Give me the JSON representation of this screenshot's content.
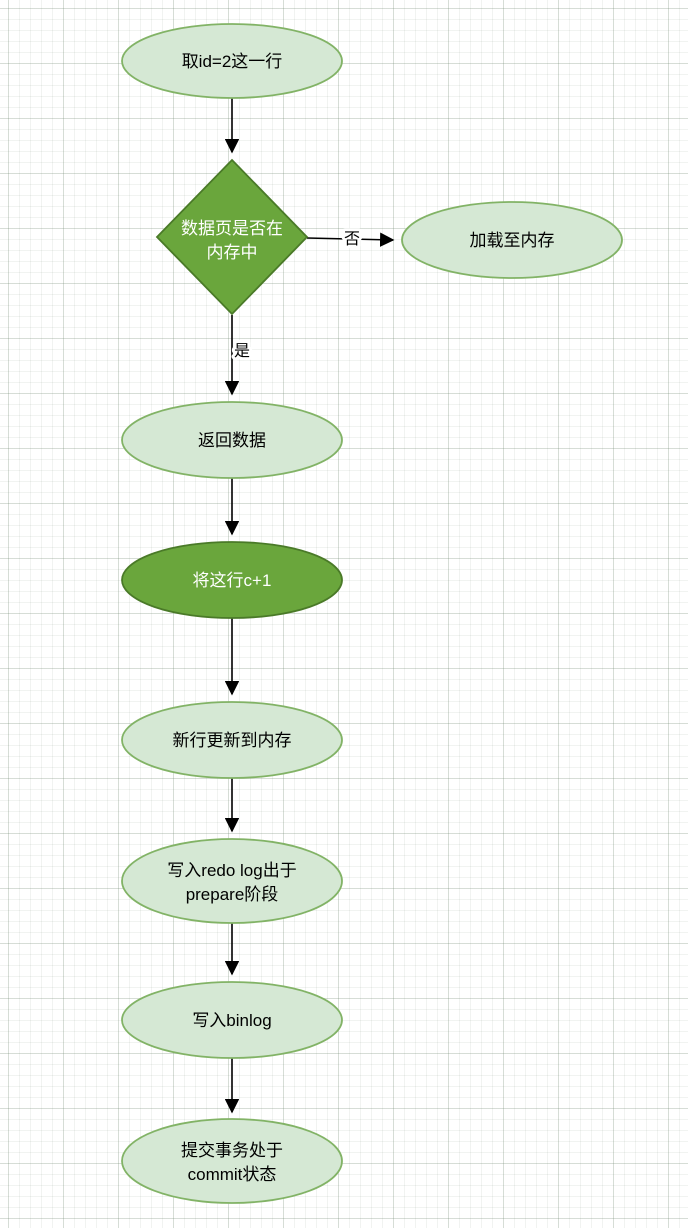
{
  "diagram": {
    "colors": {
      "background": "#ffffff",
      "node_fill_light": "#d5e8d4",
      "node_stroke_light": "#82b366",
      "node_fill_dark": "#6aa63c",
      "node_stroke_dark": "#4a7a28",
      "node_text": "#000000",
      "node_text_inverse": "#ffffff",
      "edge": "#000000"
    },
    "nodes": {
      "start": {
        "label": "取id=2这一行"
      },
      "decision": {
        "line1": "数据页是否在",
        "line2": "内存中"
      },
      "load_to_memory": {
        "label": "加载至内存"
      },
      "return_data": {
        "label": "返回数据"
      },
      "increment_row": {
        "label": "将这行c+1"
      },
      "update_row_in_memory": {
        "label": "新行更新到内存"
      },
      "write_redo_log": {
        "line1": "写入redo log出于",
        "line2": "prepare阶段"
      },
      "write_binlog": {
        "label": "写入binlog"
      },
      "commit_transaction": {
        "line1": "提交事务处于",
        "line2": "commit状态"
      }
    },
    "edge_labels": {
      "no": "否",
      "yes": "是"
    }
  }
}
